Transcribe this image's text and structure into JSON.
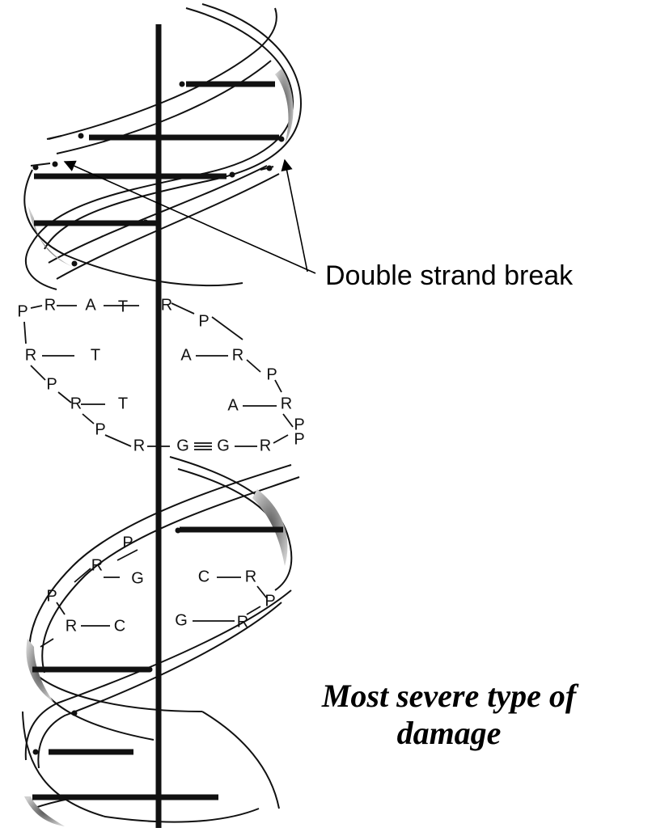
{
  "annotation": {
    "label": "Double strand break"
  },
  "caption": {
    "line1": "Most severe type of",
    "line2": "damage"
  },
  "bases": {
    "unwound": [
      "P",
      "R",
      "A",
      "T",
      "R",
      "P",
      "R",
      "T",
      "A",
      "R",
      "P",
      "P",
      "R",
      "T",
      "A",
      "R",
      "P",
      "P",
      "R",
      "G",
      "G",
      "R",
      "P"
    ],
    "lower": [
      "P",
      "R",
      "G",
      "C",
      "R",
      "P",
      "R",
      "C",
      "G",
      "R",
      "P"
    ]
  },
  "colors": {
    "line": "#111111",
    "shade": "#9a9a9a",
    "background": "#ffffff"
  }
}
